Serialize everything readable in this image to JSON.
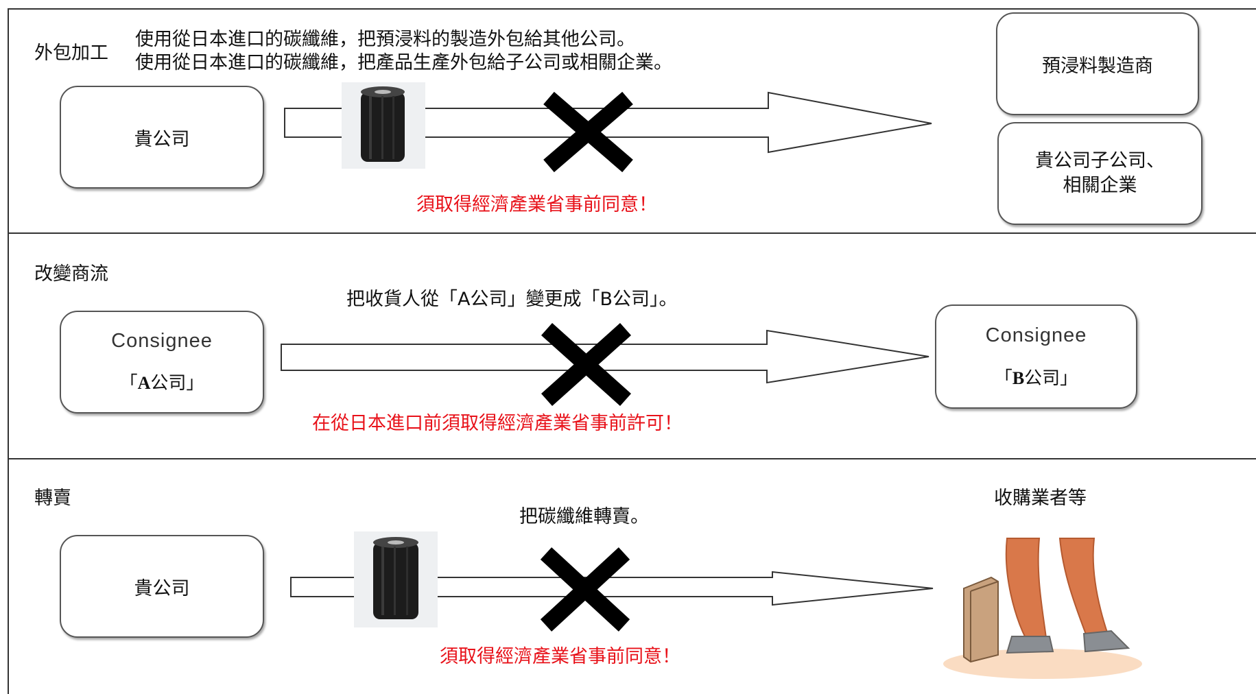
{
  "section_outsource": {
    "label": "外包加工",
    "desc_line1": "使用從日本進口的碳纖維，把預浸料的製造外包給其他公司。",
    "desc_line2": "使用從日本進口的碳纖維，把產品生產外包給子公司或相關企業。",
    "source_box": "貴公司",
    "target_box_1": "預浸料製造商",
    "target_box_2_line1": "貴公司子公司、",
    "target_box_2_line2": "相關企業",
    "warning": "須取得經濟產業省事前同意！"
  },
  "section_trade_flow": {
    "label": "改變商流",
    "desc": "把收貨人從「A公司」變更成「B公司」。",
    "source_box_title": "Consignee",
    "source_box_open": "「",
    "source_box_letter": "A",
    "source_box_rest": "公司」",
    "target_box_title": "Consignee",
    "target_box_open": "「",
    "target_box_letter": "B",
    "target_box_rest": "公司」",
    "warning": "在從日本進口前須取得經濟產業省事前許可！"
  },
  "section_resale": {
    "label": "轉賣",
    "desc": "把碳纖維轉賣。",
    "source_box": "貴公司",
    "target_label": "收購業者等",
    "warning": "須取得經濟產業省事前同意！"
  },
  "colors": {
    "warning": "#e8121a",
    "cross": "#000000",
    "spool": "#1a1a1a"
  },
  "icons": [
    "carbon-fiber-spool-icon",
    "cross-mark-icon",
    "buyer-with-suitcase-icon"
  ]
}
